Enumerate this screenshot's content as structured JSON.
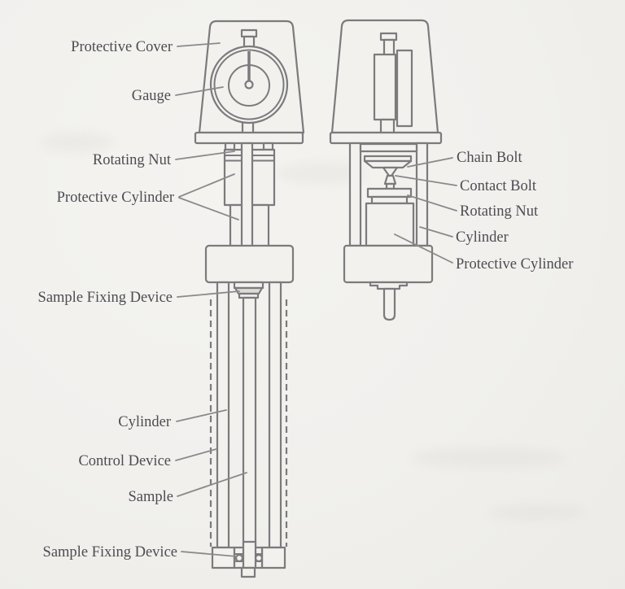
{
  "page": {
    "background_color": "#f2f1ee",
    "line_color": "#7b7b7d",
    "label_color": "#4d4d52",
    "description": "Scanned technical line diagram of a dial-gauge measuring instrument shown in two views (front view with sample column, side view of gauge head)"
  },
  "diagram": {
    "front_view": {
      "labels": {
        "protective_cover": "Protective Cover",
        "gauge": "Gauge",
        "rotating_nut": "Rotating Nut",
        "protective_cylinder": "Protective Cylinder",
        "sample_fixing_device_top": "Sample Fixing Device",
        "cylinder": "Cylinder",
        "control_device": "Control Device",
        "sample": "Sample",
        "sample_fixing_device_bottom": "Sample Fixing Device"
      }
    },
    "side_view": {
      "labels": {
        "chain_bolt": "Chain Bolt",
        "contact_bolt": "Contact Bolt",
        "rotating_nut": "Rotating Nut",
        "cylinder": "Cylinder",
        "protective_cylinder": "Protective Cylinder"
      }
    }
  }
}
